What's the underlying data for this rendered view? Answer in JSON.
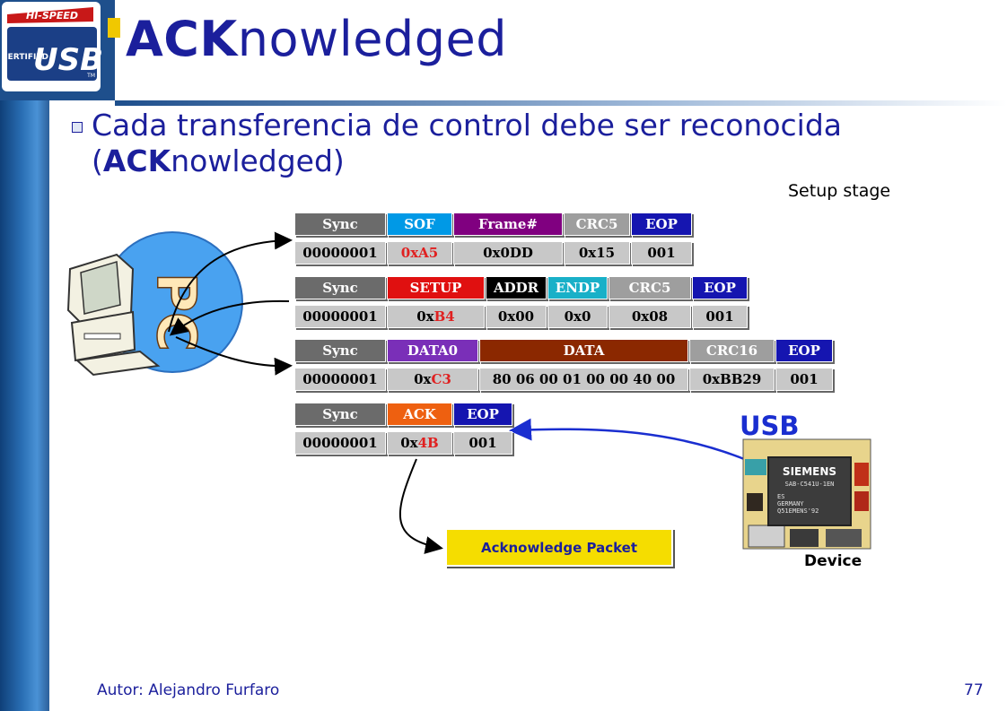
{
  "logo": {
    "top": "HI-SPEED",
    "left": "CERTIFIED",
    "main": "USB",
    "tm": "TM"
  },
  "title": {
    "bold": "ACK",
    "rest": "nowledged"
  },
  "bullet": {
    "line1": "Cada transferencia de control debe ser reconocida",
    "paren_open": "(",
    "bold": "ACK",
    "rest": "nowledged)"
  },
  "setup_label": "Setup stage",
  "pc_label": "PC",
  "packets": [
    {
      "headers": [
        "Sync",
        "SOF",
        "Frame#",
        "CRC5",
        "EOP"
      ],
      "values": [
        "00000001",
        "0xA5",
        "0x0DD",
        "0x15",
        "001"
      ]
    },
    {
      "headers": [
        "Sync",
        "SETUP",
        "ADDR",
        "ENDP",
        "CRC5",
        "EOP"
      ],
      "values": [
        "00000001",
        "0xB4",
        "0x00",
        "0x0",
        "0x08",
        "001"
      ]
    },
    {
      "headers": [
        "Sync",
        "DATA0",
        "DATA",
        "CRC16",
        "EOP"
      ],
      "values": [
        "00000001",
        "0xC3",
        "80 06 00 01 00 00 40 00",
        "0xBB29",
        "001"
      ]
    },
    {
      "headers": [
        "Sync",
        "ACK",
        "EOP"
      ],
      "values": [
        "00000001",
        "0x4B",
        "001"
      ]
    }
  ],
  "value_prefix": "0x",
  "value_suffix": {
    "b4": "B4",
    "c3": "C3",
    "4b": "4B"
  },
  "colors": {
    "sync": "#6b6b6b",
    "sof": "#0099e6",
    "frame": "#800080",
    "crc": "#9e9e9e",
    "eop": "#1515b0",
    "setup": "#e01010",
    "addr": "#000000",
    "endp": "#19b0c8",
    "data0": "#7a2fb8",
    "data": "#8b2800",
    "crc16": "#9e9e9e",
    "ack": "#ee6010",
    "red_text": "#e02020"
  },
  "usb_label": "USB",
  "chip": {
    "brand": "SIEMENS",
    "part": "SAB-C541U-1EN",
    "l3": "ES",
    "l4": "GERMANY",
    "l5": "Q51EMENS'92"
  },
  "device_label": "Device",
  "ack_packet_label": "Acknowledge Packet",
  "footer": {
    "author": "Autor: Alejandro Furfaro",
    "page": "77"
  }
}
